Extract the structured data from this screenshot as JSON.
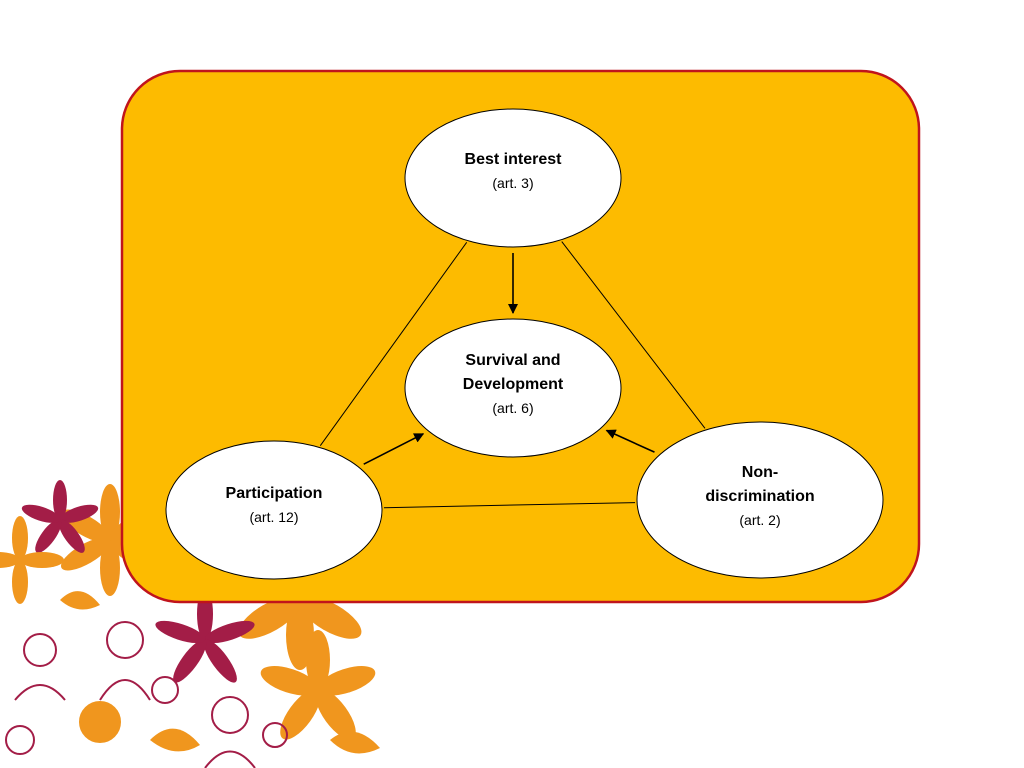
{
  "colors": {
    "panel_fill": "#FDBB00",
    "panel_border": "#C0141C",
    "node_fill": "#FFFFFF",
    "connector": "#000000",
    "decor_orange": "#F0961E",
    "decor_crimson": "#A31D47"
  },
  "nodes": {
    "best_interest": {
      "title": "Best interest",
      "subtitle": "(art. 3)"
    },
    "survival": {
      "title": "Survival and\nDevelopment",
      "subtitle": "(art. 6)"
    },
    "participation": {
      "title": "Participation",
      "subtitle": "(art. 12)"
    },
    "non_discrimination": {
      "title": "Non-\ndiscrimination",
      "subtitle": "(art. 2)"
    }
  },
  "connectors": [
    {
      "from": "best_interest",
      "to": "participation",
      "arrow": false
    },
    {
      "from": "best_interest",
      "to": "non_discrimination",
      "arrow": false
    },
    {
      "from": "participation",
      "to": "non_discrimination",
      "arrow": false
    },
    {
      "from": "best_interest",
      "to": "survival",
      "arrow": true
    },
    {
      "from": "participation",
      "to": "survival",
      "arrow": true
    },
    {
      "from": "non_discrimination",
      "to": "survival",
      "arrow": true
    }
  ]
}
